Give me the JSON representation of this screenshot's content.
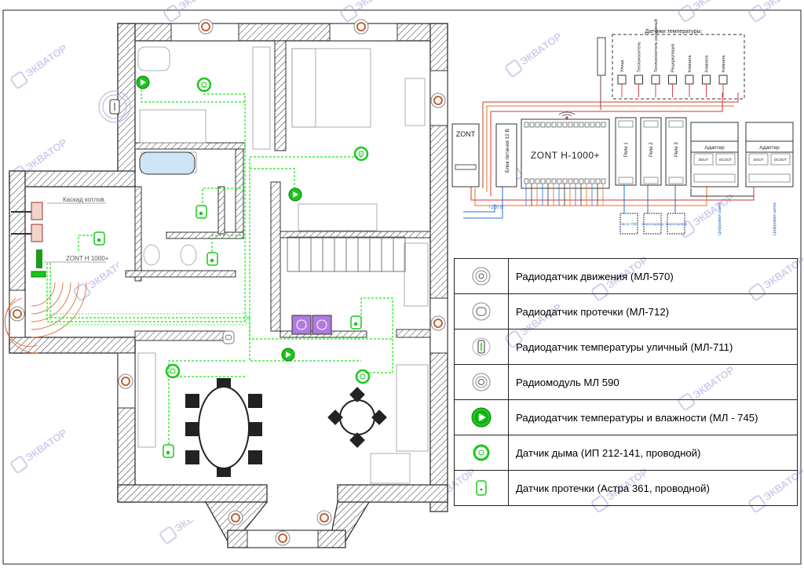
{
  "plan": {
    "boiler_room_label": "Каскад котлов",
    "controller_label": "ZONT H 1000+"
  },
  "schematic": {
    "sensors_header": "Датчики температуры:",
    "sensor_labels": [
      "Улица",
      "Теплоноситель",
      "Теплоноситель резервный",
      "Рециркуляция",
      "Комната",
      "Комната",
      "Комната"
    ],
    "zont_small_label": "ZONT",
    "psu_label": "Блок питания 12 В",
    "controller_label": "ZONT H-1000+",
    "relays": [
      "Реле 1",
      "Реле 2",
      "Реле 3"
    ],
    "adapter_label": "Адаптер",
    "adapter_port_labels": [
      "DOUT",
      "DCOUT"
    ],
    "bottom_devices": [
      "Насос ГВС",
      "Сервопривод",
      "Сервопривод"
    ],
    "voltage_label": "~220 В",
    "digital_bus_label": "Цифровая шина"
  },
  "legend": {
    "items": [
      {
        "icon": "motion-radio-sensor-icon",
        "label": "Радиодатчик движения (МЛ-570)"
      },
      {
        "icon": "leak-radio-sensor-icon",
        "label": "Радиодатчик протечки (МЛ-712)"
      },
      {
        "icon": "outdoor-temp-radio-sensor-icon",
        "label": "Радиодатчик температуры уличный (МЛ-711)"
      },
      {
        "icon": "radio-module-icon",
        "label": "Радиомодуль МЛ 590"
      },
      {
        "icon": "temp-humidity-radio-sensor-icon",
        "label": "Радиодатчик температуры и влажности (МЛ - 745)"
      },
      {
        "icon": "smoke-wired-sensor-icon",
        "label": "Датчик дыма (ИП 212-141, проводной)"
      },
      {
        "icon": "leak-wired-sensor-icon",
        "label": "Датчик протечки (Астра 361, проводной)"
      }
    ]
  },
  "watermark": "ЭКВАТОР",
  "colors": {
    "wire_green": "#19e619",
    "wall": "#333333",
    "wire_red": "#d83030",
    "wire_blue": "#2a70d0",
    "wire_orange": "#e07020",
    "watermark": "#9b8fd6"
  }
}
